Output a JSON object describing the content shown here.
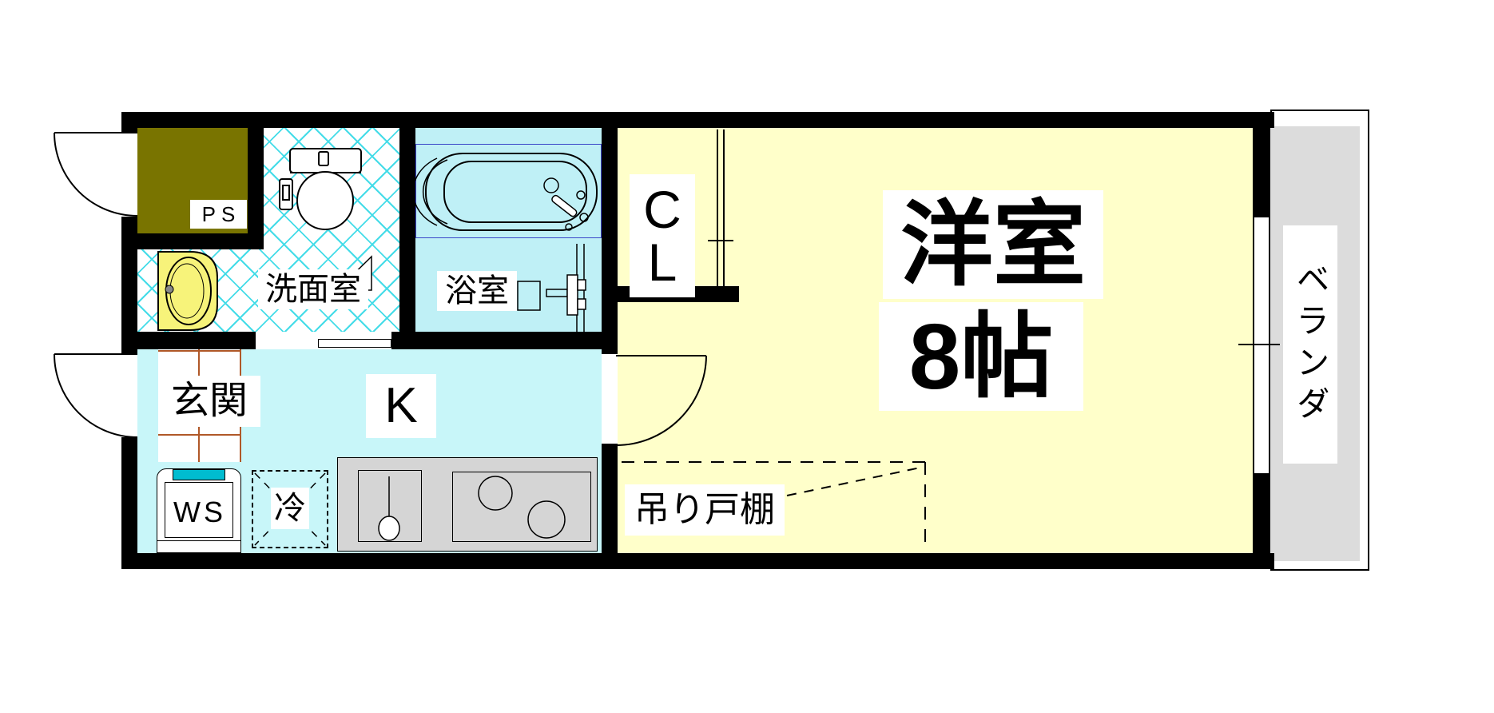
{
  "plan": {
    "type": "japanese-apartment-floor-plan",
    "rooms": {
      "pipe_space": {
        "label": "PS"
      },
      "washroom": {
        "label": "洗面室"
      },
      "bathroom": {
        "label": "浴室"
      },
      "closet": {
        "letter1": "C",
        "letter2": "L"
      },
      "main_room": {
        "name_line": "洋室",
        "size_line": "8帖"
      },
      "veranda": {
        "label": "ベランダ"
      },
      "entrance": {
        "label": "玄関"
      },
      "kitchen": {
        "label": "K"
      }
    },
    "fixtures": {
      "washer_space": {
        "label": "WS"
      },
      "refrigerator": {
        "label": "冷"
      },
      "hanging_cupboard": {
        "label": "吊り戸棚"
      }
    },
    "colors": {
      "room_yellow": "#ffffca",
      "kitchen_cyan": "#c8f6f9",
      "bath_cyan": "#bff0f6",
      "hatch_cyan": "#44dce8",
      "ps_olive": "#797400",
      "veranda_gray": "#dcdcdc",
      "counter_gray": "#d5d5d5",
      "tile_line_orange": "#b05828",
      "ws_teal": "#00bcd0",
      "basin_yellow": "#f7f37a",
      "wall_black": "#000000"
    }
  }
}
